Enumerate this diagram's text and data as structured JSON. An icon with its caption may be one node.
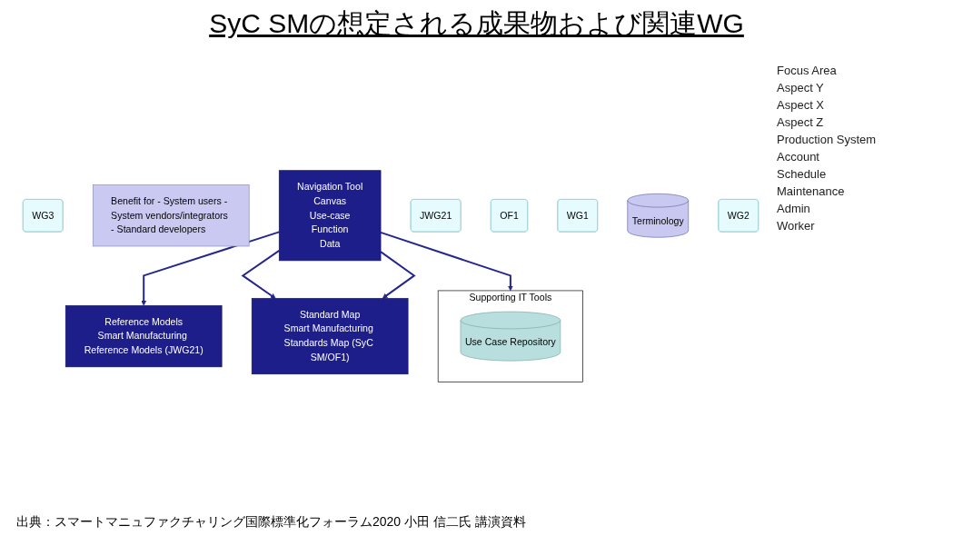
{
  "diagram": {
    "title": "SyC SMの想定される成果物および関連WG",
    "caption": "出典：スマートマニュファクチャリング国際標準化フォーラム2020 小田 信二氏 講演資料",
    "nodes": [
      {
        "text": [
          "WG3"
        ]
      },
      {
        "text": [
          "Benefit for - System users - System vendors/integrators - Standard developers"
        ]
      },
      {
        "text": [
          "Navigation Tool",
          "Canvas",
          "Use-case",
          "Function",
          "Data"
        ]
      },
      {
        "text": [
          "JWG21"
        ]
      },
      {
        "text": [
          "OF1"
        ]
      },
      {
        "text": [
          "Reference Models",
          "Smart Manufacturing Reference Models (JWG21)"
        ]
      },
      {
        "text": [
          "WG1"
        ]
      },
      {
        "text": [
          "Supporting IT Tools"
        ]
      },
      {
        "text": [
          "Use Case Repository"
        ],
        "in": 7
      },
      {
        "text": [
          "Standard Map",
          "Smart Manufacturing Standards Map (SyC SM/OF1)"
        ]
      },
      {
        "text": [
          "Terminology"
        ]
      },
      {
        "text": [
          "WG2"
        ]
      }
    ],
    "edges": [
      {
        "from": 2,
        "to": 5,
        "arrow": "to"
      },
      {
        "from": 2,
        "to": 7,
        "arrow": "to"
      },
      {
        "from": 2,
        "to": 9,
        "arrow": "to"
      },
      {
        "from": 2,
        "to": 9,
        "arrow": "to"
      }
    ],
    "labels": [
      "Focus Area",
      "Aspect Y",
      "Aspect X",
      "Aspect Z",
      "Production System",
      "Account",
      "Schedule",
      "Maintenance",
      "Admin",
      "Worker"
    ]
  }
}
